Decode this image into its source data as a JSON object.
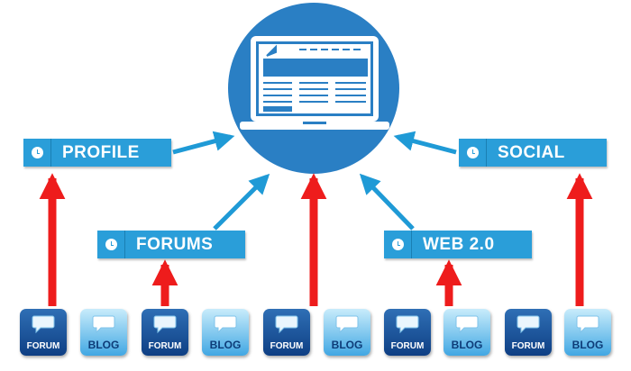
{
  "hub": {
    "icon": "laptop-website-icon",
    "accent": "#2a7fc4"
  },
  "labels": {
    "profile": "PROFILE",
    "forums": "FORUMS",
    "social": "SOCIAL",
    "web20": "WEB 2.0"
  },
  "tiles": [
    "FORUM",
    "BLOG",
    "FORUM",
    "BLOG",
    "FORUM",
    "BLOG",
    "FORUM",
    "BLOG",
    "FORUM",
    "BLOG"
  ],
  "colors": {
    "label_bg": "#2a9ed9",
    "blue_arrow": "#1f9ad6",
    "red_arrow": "#ee1c1c"
  }
}
